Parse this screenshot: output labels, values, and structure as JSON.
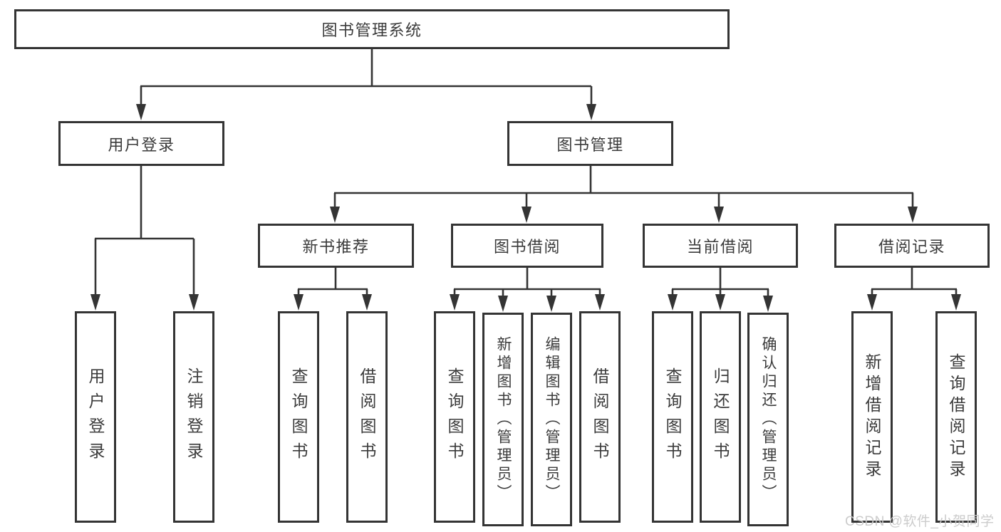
{
  "diagram": {
    "tree": {
      "label": "图书管理系统",
      "children": [
        {
          "label": "用户登录",
          "children": [
            {
              "label": "用户登录"
            },
            {
              "label": "注销登录"
            }
          ]
        },
        {
          "label": "图书管理",
          "children": [
            {
              "label": "新书推荐",
              "children": [
                {
                  "label": "查询图书"
                },
                {
                  "label": "借阅图书"
                }
              ]
            },
            {
              "label": "图书借阅",
              "children": [
                {
                  "label": "查询图书"
                },
                {
                  "label": "新增图书（管理员）"
                },
                {
                  "label": "编辑图书（管理员）"
                },
                {
                  "label": "借阅图书"
                }
              ]
            },
            {
              "label": "当前借阅",
              "children": [
                {
                  "label": "查询图书"
                },
                {
                  "label": "归还图书"
                },
                {
                  "label": "确认归还（管理员）"
                }
              ]
            },
            {
              "label": "借阅记录",
              "children": [
                {
                  "label": "新增借阅记录"
                },
                {
                  "label": "查询借阅记录"
                }
              ]
            }
          ]
        }
      ]
    },
    "colors": {
      "line": "#343434",
      "text": "#3b3b3b",
      "box_fill": "#ffffff",
      "background": "#ffffff",
      "watermark": "#c9c9c9"
    }
  },
  "watermark": {
    "text": "CSDN @软件_小贺同学"
  }
}
